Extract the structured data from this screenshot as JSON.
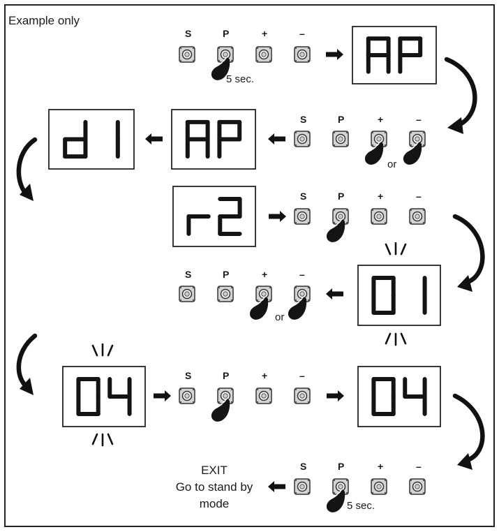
{
  "note": "Example only",
  "button_labels": [
    "S",
    "P",
    "+",
    "–"
  ],
  "hold_time": "5 sec.",
  "or_text": "or",
  "displays": {
    "d1": "AP",
    "d2": "d1",
    "d3": "AP",
    "d4": "r2",
    "d5": "01",
    "d6": "04",
    "d7": "04"
  },
  "exit": {
    "line1": "EXIT",
    "line2": "Go to stand by",
    "line3": "mode"
  }
}
